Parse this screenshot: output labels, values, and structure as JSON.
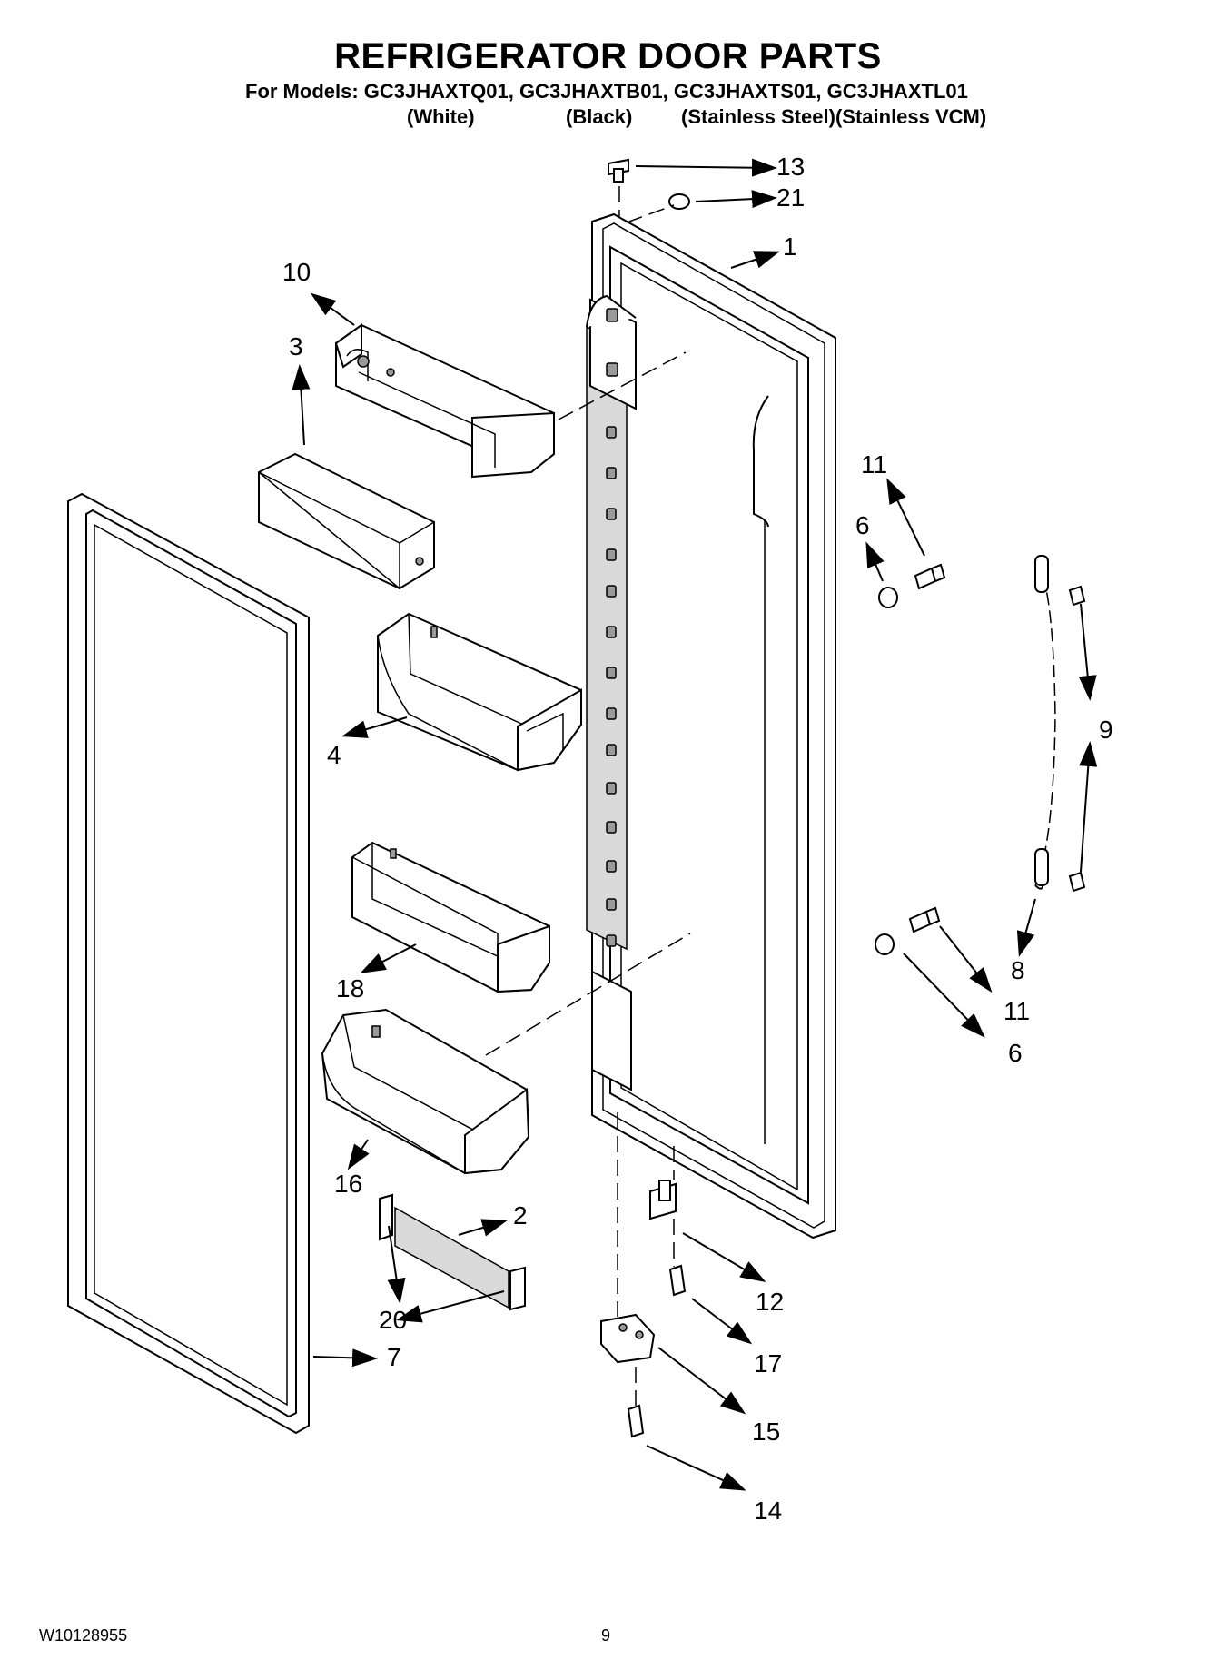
{
  "header": {
    "title": "REFRIGERATOR DOOR PARTS",
    "models_line": "For Models: GC3JHAXTQ01, GC3JHAXTB01, GC3JHAXTS01, GC3JHAXTL01",
    "variants": [
      "(White)",
      "(Black)",
      "(Stainless Steel)(Stainless VCM)"
    ]
  },
  "callouts": {
    "c1": "1",
    "c2": "2",
    "c3": "3",
    "c4": "4",
    "c6a": "6",
    "c6b": "6",
    "c7": "7",
    "c8": "8",
    "c9": "9",
    "c10": "10",
    "c11a": "11",
    "c11b": "11",
    "c12": "12",
    "c13": "13",
    "c14": "14",
    "c15": "15",
    "c16": "16",
    "c17": "17",
    "c18": "18",
    "c20": "20",
    "c21": "21"
  },
  "footer": {
    "doc_number": "W10128955",
    "page_number": "9"
  }
}
